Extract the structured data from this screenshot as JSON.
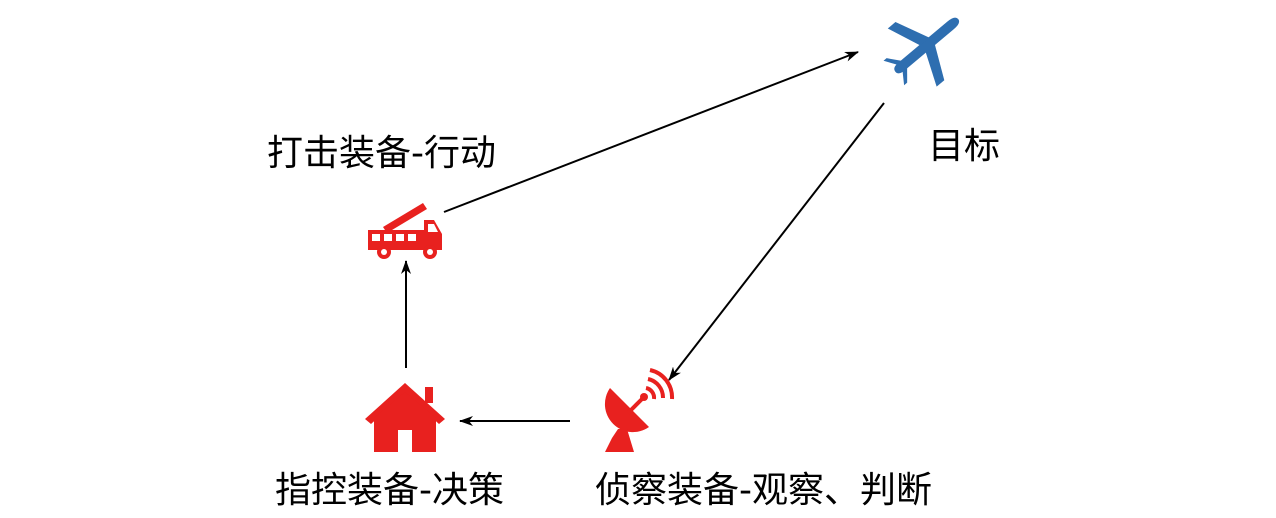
{
  "nodes": {
    "strike": {
      "label": "打击装备-行动",
      "icon": "fire-truck-icon"
    },
    "target": {
      "label": "目标",
      "icon": "airplane-icon"
    },
    "command": {
      "label": "指控装备-决策",
      "icon": "house-icon"
    },
    "recon": {
      "label": "侦察装备-观察、判断",
      "icon": "radar-dish-icon"
    }
  },
  "edges": [
    {
      "from": "strike",
      "to": "target"
    },
    {
      "from": "target",
      "to": "recon"
    },
    {
      "from": "recon",
      "to": "command"
    },
    {
      "from": "command",
      "to": "strike"
    }
  ],
  "colors": {
    "equipment": "#e8211f",
    "target": "#2e6eb0",
    "arrow": "#000000"
  }
}
